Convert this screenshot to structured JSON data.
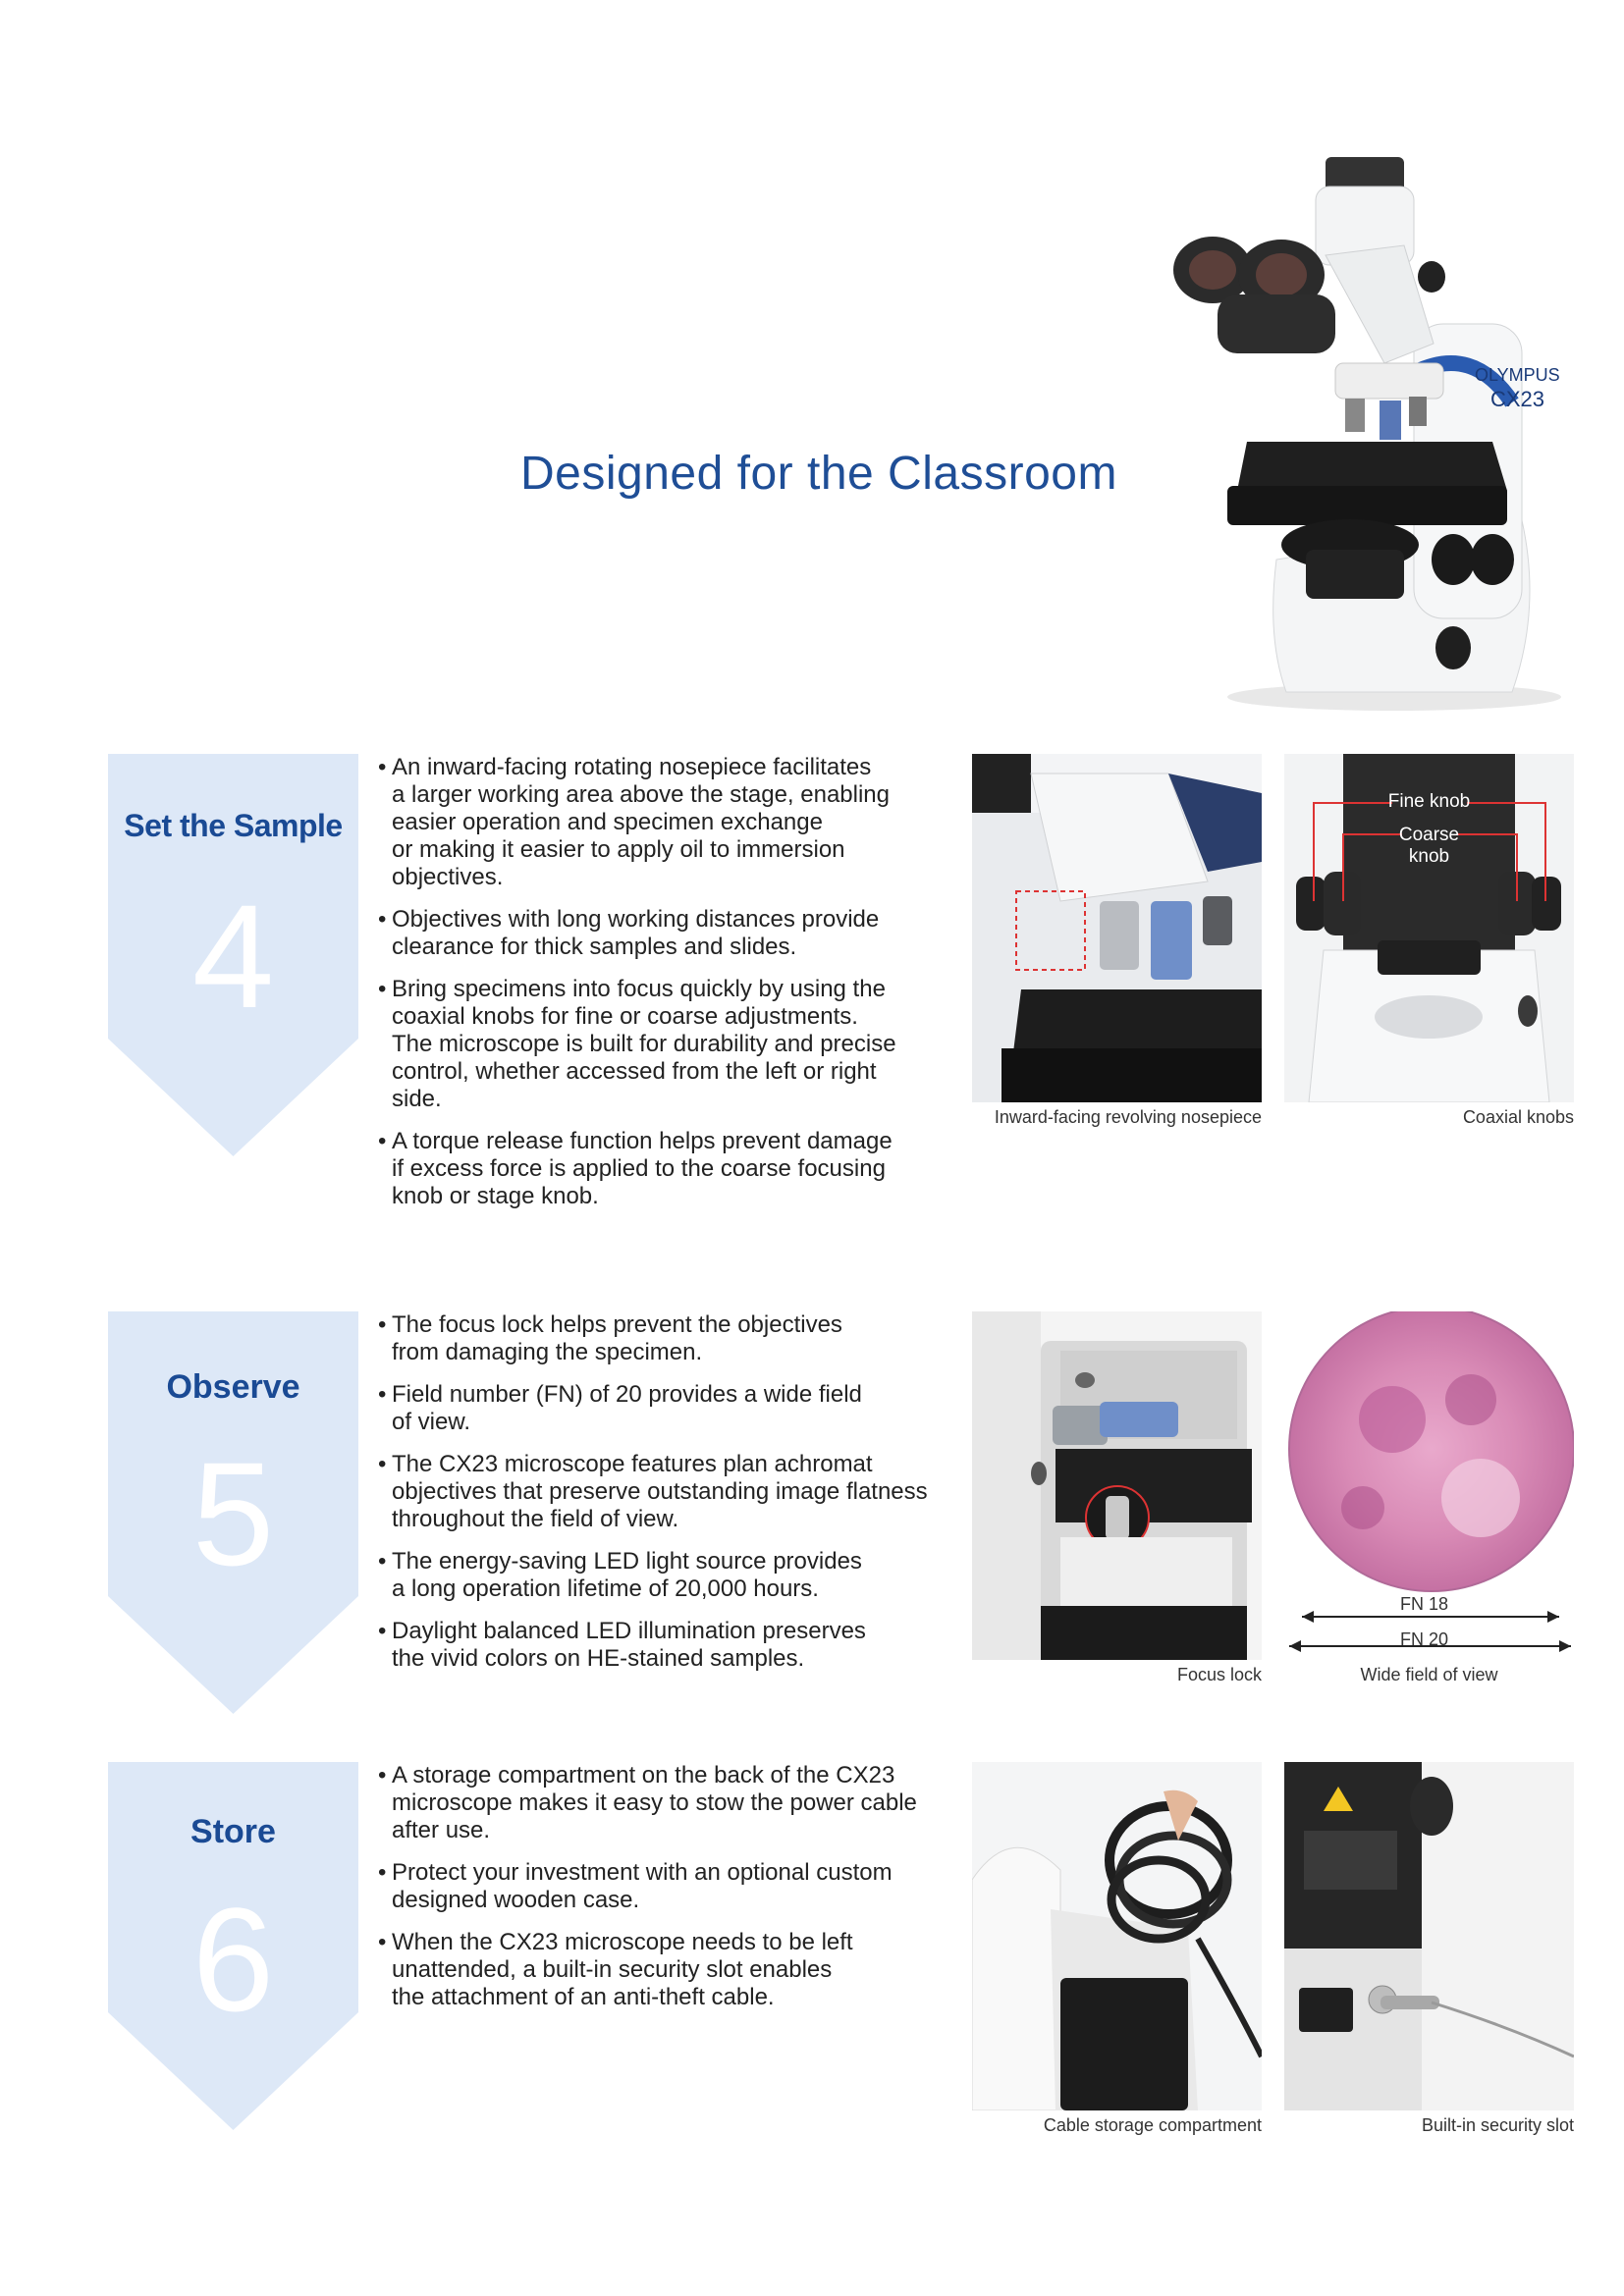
{
  "title": "Designed for the Classroom",
  "hero": {
    "model_label": "CX23",
    "brand_label": "OLYMPUS"
  },
  "colors": {
    "brand_blue": "#1f4e96",
    "chevron_fill": "#dde8f7",
    "stain_pink": "#d98bb6"
  },
  "sections": [
    {
      "label": "Set the Sample",
      "number": "4",
      "bullets": [
        "An inward-facing rotating nosepiece  facilitates\na larger working area above the stage, enabling\neasier operation and specimen exchange\nor making it easier to apply oil to immersion\nobjectives.",
        "Objectives with long working distances provide\nclearance for thick samples and slides.",
        "Bring specimens into focus quickly by using the\ncoaxial knobs for fine or coarse adjustments.\nThe microscope is built for durability and precise\ncontrol, whether accessed from the left or right\nside.",
        "A torque release function helps prevent damage\nif excess force is applied to the coarse focusing\nknob or stage knob."
      ],
      "captions": [
        "Inward-facing revolving nosepiece",
        "Coaxial knobs"
      ],
      "photo_labels": {
        "fine": "Fine knob",
        "coarse_1": "Coarse",
        "coarse_2": "knob"
      }
    },
    {
      "label": "Observe",
      "number": "5",
      "bullets": [
        "The focus lock helps prevent the objectives\nfrom damaging the specimen.",
        "Field number (FN) of 20 provides a wide field\nof view.",
        "The CX23 microscope features plan achromat\nobjectives that preserve outstanding image flatness\nthroughout the field of view.",
        "The energy-saving LED light source provides\na long operation lifetime of 20,000 hours.",
        "Daylight balanced LED illumination preserves\nthe vivid colors on HE-stained samples."
      ],
      "captions": [
        "Focus lock",
        "Wide field of view"
      ],
      "photo_labels": {
        "fn18": "FN 18",
        "fn20": "FN 20"
      }
    },
    {
      "label": "Store",
      "number": "6",
      "bullets": [
        "A storage compartment on the back of the CX23\nmicroscope makes it easy to stow the power cable\nafter use.",
        "Protect your investment with an optional custom\ndesigned wooden case.",
        "When the CX23 microscope needs to be left\nunattended, a built-in security slot enables\nthe attachment of an anti-theft cable."
      ],
      "captions": [
        "Cable storage compartment",
        "Built-in security slot"
      ]
    }
  ]
}
